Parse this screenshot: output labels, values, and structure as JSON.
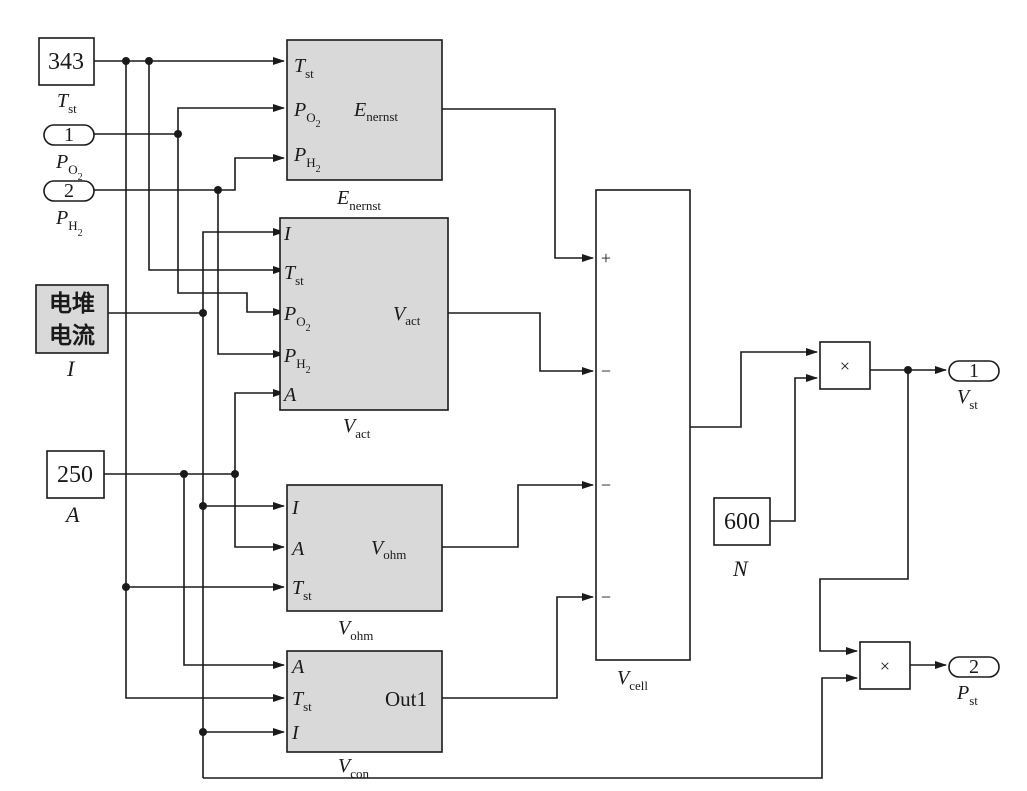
{
  "sources": {
    "tst_value": "343",
    "tst_label_main": "T",
    "tst_label_sub": "st",
    "po2_port": "1",
    "po2_label_main": "P",
    "po2_label_sub": "O",
    "po2_label_sub2": "2",
    "ph2_port": "2",
    "ph2_label_main": "P",
    "ph2_label_sub": "H",
    "ph2_label_sub2": "2",
    "current_line1": "电堆",
    "current_line2": "电流",
    "current_label": "I",
    "area_value": "250",
    "area_label": "A",
    "n_value": "600",
    "n_label": "N"
  },
  "blocks": {
    "nernst": {
      "in1_main": "T",
      "in1_sub": "st",
      "in2_main": "P",
      "in2_sub": "O",
      "in2_sub2": "2",
      "in3_main": "P",
      "in3_sub": "H",
      "in3_sub2": "2",
      "out_main": "E",
      "out_sub": "nernst",
      "caption_main": "E",
      "caption_sub": "nernst"
    },
    "act": {
      "in1": "I",
      "in2_main": "T",
      "in2_sub": "st",
      "in3_main": "P",
      "in3_sub": "O",
      "in3_sub2": "2",
      "in4_main": "P",
      "in4_sub": "H",
      "in4_sub2": "2",
      "in5": "A",
      "out_main": "V",
      "out_sub": "act",
      "caption_main": "V",
      "caption_sub": "act"
    },
    "ohm": {
      "in1": "I",
      "in2": "A",
      "in3_main": "T",
      "in3_sub": "st",
      "out_main": "V",
      "out_sub": "ohm",
      "caption_main": "V",
      "caption_sub": "ohm"
    },
    "con": {
      "in1": "A",
      "in2_main": "T",
      "in2_sub": "st",
      "in3": "I",
      "out": "Out1",
      "caption_main": "V",
      "caption_sub": "con"
    },
    "cell": {
      "sign1": "+",
      "sign2": "−",
      "sign3": "−",
      "sign4": "−",
      "caption_main": "V",
      "caption_sub": "cell"
    },
    "mult1": {
      "symbol": "×"
    },
    "mult2": {
      "symbol": "×"
    }
  },
  "outputs": {
    "vst_port": "1",
    "vst_label_main": "V",
    "vst_label_sub": "st",
    "pst_port": "2",
    "pst_label_main": "P",
    "pst_label_sub": "st"
  }
}
